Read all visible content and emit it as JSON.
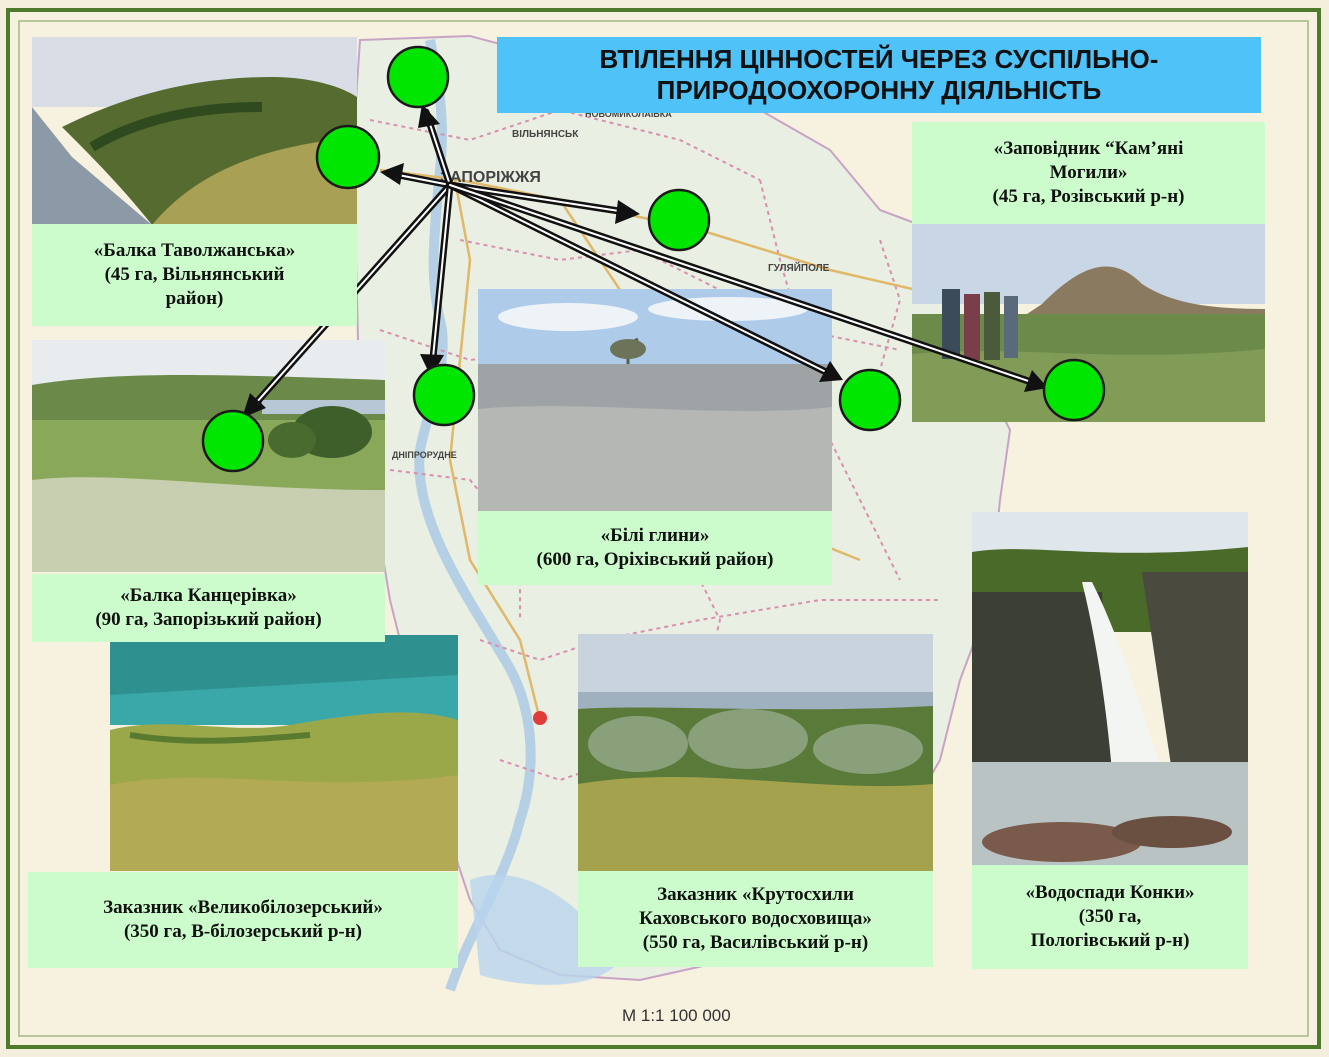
{
  "title": {
    "line1": "ВТІЛЕННЯ ЦІННОСТЕЙ ЧЕРЕЗ СУСПІЛЬНО-",
    "line2": "ПРИРОДООХОРОННУ ДІЯЛЬНІСТЬ"
  },
  "map_labels": {
    "city": "ЗАПОРІЖЖЯ",
    "town1": "ВІЛЬНЯНСЬК",
    "town2": "ГУЛЯЙПОЛЕ",
    "town3": "НОВОМИКОЛАЇВКА",
    "town4": "ДНІПРОРУДНЕ"
  },
  "scale": "М 1:1 100 000",
  "sites": [
    {
      "id": "tavolzhanska",
      "line1": "«Балка Таволжанська»",
      "line2": "(45 га, Вільнянський",
      "line3": "район)"
    },
    {
      "id": "kantserivka",
      "line1": "«Балка Канцерівка»",
      "line2": "(90 га, Запорізький район)"
    },
    {
      "id": "bili-hlyny",
      "line1": "«Білі глини»",
      "line2": "(600 га, Оріхівський район)"
    },
    {
      "id": "kamiani-mohyly",
      "line1": "«Заповідник “Кам’яні",
      "line2": "Могили»",
      "line3": "(45 га, Розівський р-н)"
    },
    {
      "id": "velykobilozerskyi",
      "line1": "Заказник «Великобілозерський»",
      "line2": "(350 га, В-білозерський р-н)"
    },
    {
      "id": "krutoskhyly",
      "line1": "Заказник «Крутосхили",
      "line2": "Каховського водосховища»",
      "line3": "(550 га, Василівський р-н)"
    },
    {
      "id": "vodospady-konky",
      "line1": "«Водоспади Конки»",
      "line2": "(350 га,",
      "line3": "Пологівський р-н)"
    }
  ],
  "colors": {
    "marker": "#00e600",
    "caption_bg": "#ccfccc",
    "title_bg": "#4fc3f7",
    "frame": "#4e7a2c"
  },
  "icons": {
    "marker": "green-circle",
    "connector": "double-line-arrow"
  }
}
